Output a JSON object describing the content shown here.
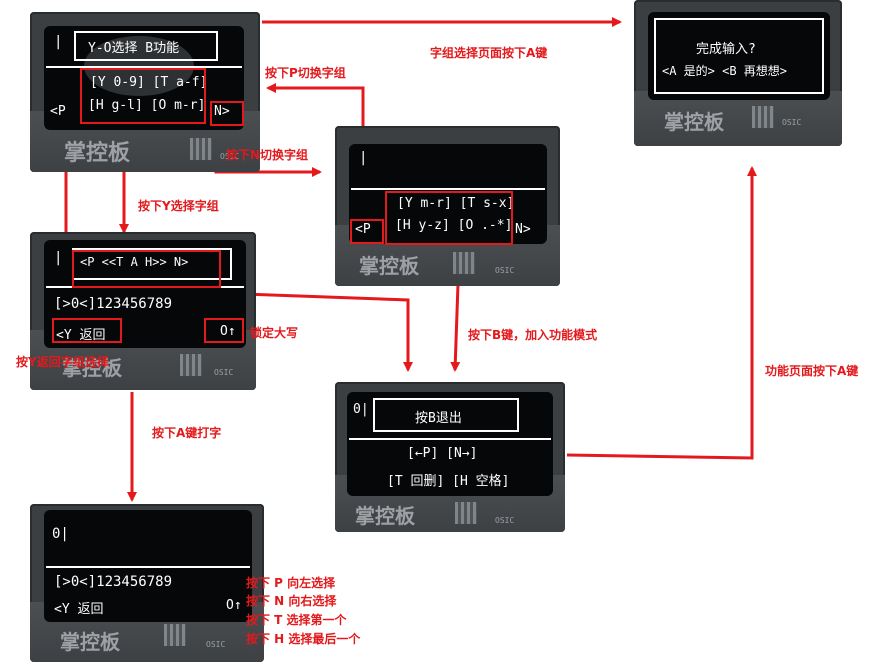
{
  "screens": {
    "group_select": {
      "title": "Y-O选择 B功能",
      "row1": "[Y 0-9] [T a-f]",
      "row2": "[H g-l] [O m-r]",
      "left": "<P",
      "right": "N>",
      "cursor": "|"
    },
    "group_next": {
      "row1": "[Y m-r] [T s-x]",
      "row2": "[H y-z] [O .-*]",
      "left": "<P",
      "right": "N>",
      "cursor": "|"
    },
    "confirm": {
      "line1": "完成输入?",
      "line2": "<A 是的> <B 再想想>"
    },
    "char_select": {
      "title": "<P <<T A H>> N>",
      "chars": "[>0<]123456789",
      "back": "<Y 返回",
      "lock": "O↑",
      "cursor": "|"
    },
    "function": {
      "title": "按B退出",
      "row1": "[←P] [N→]",
      "row2": "[T 回删] [H 空格]",
      "indicator": "0|"
    },
    "typing": {
      "text": "0|",
      "chars": "[>0<]123456789",
      "back": "<Y 返回",
      "lock": "O↑"
    }
  },
  "board": {
    "logo": "掌控板",
    "pcb_text": "OSIC"
  },
  "labels": {
    "press_a_group": "字组选择页面按下A键",
    "press_p": "按下P切换字组",
    "press_n": "按下N切换字组",
    "press_y_select": "按下Y选择字组",
    "press_b_function": "按下B键，加入功能模式",
    "lock_caps": "锁定大写",
    "y_back": "按Y返回字组选择",
    "press_a_type": "按下A键打字",
    "function_press_a": "功能页面按下A键",
    "help1": "按下 P 向左选择",
    "help2": "按下 N 向右选择",
    "help3": "按下 T 选择第一个",
    "help4": "按下 H 选择最后一个"
  },
  "colors": {
    "accent": "#e3191c",
    "screen": "#060708",
    "board": "#3b3f42"
  }
}
